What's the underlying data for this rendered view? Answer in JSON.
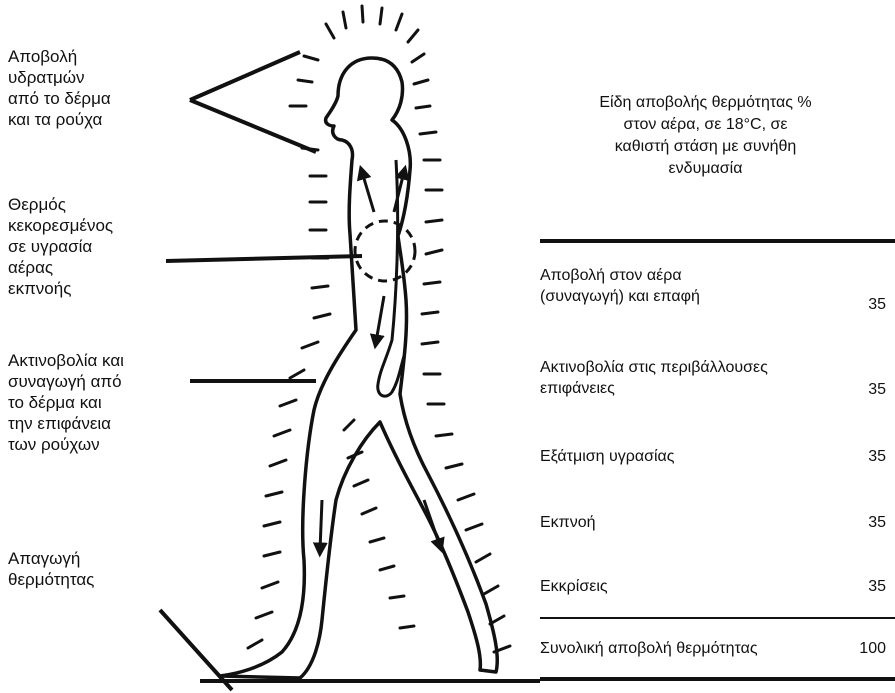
{
  "labels": {
    "evaporation": "Αποβολή\nυδρατμών\nαπό το δέρμα\nκαι τα ρούχα",
    "exhaled_air": "Θερμός\nκεκορεσμένος\nσε υγρασία\nαέρας\nεκπνοής",
    "radiation": "Ακτινοβολία και\nσυναγωγή από\nτο δέρμα και\nτην επιφάνεια\nτων ρούχων",
    "conduction": "Απαγωγή\nθερμότητας"
  },
  "table": {
    "title": "Είδη αποβολής θερμότητας %\nστον αέρα, σε 18°C, σε\nκαθιστή στάση με συνήθη\nενδυμασία",
    "rows": [
      {
        "name": "Αποβολή στον αέρα\n(συναγωγή) και επαφή",
        "value": "35"
      },
      {
        "name": "Ακτινοβολία στις περιβάλλουσες\nεπιφάνειες",
        "value": "35"
      },
      {
        "name": "Εξάτμιση υγρασίας",
        "value": "35"
      },
      {
        "name": "Εκπνοή",
        "value": "35"
      },
      {
        "name": "Εκκρίσεις",
        "value": "35"
      }
    ],
    "total": {
      "name": "Συνολική αποβολή θερμότητας",
      "value": "100"
    }
  }
}
